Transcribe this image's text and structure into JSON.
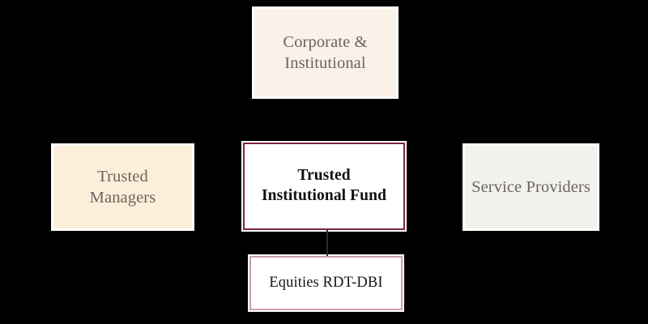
{
  "diagram": {
    "type": "org-structure",
    "background_color": "#000000",
    "nodes": [
      {
        "id": "corporate-institutional",
        "label": "Corporate &\nInstitutional",
        "position": "top",
        "fill_color": "#faf1e8",
        "text_color": "#6b645e",
        "border_color": "#ffffff",
        "emphasis": "normal"
      },
      {
        "id": "trusted-managers",
        "label": "Trusted\nManagers",
        "position": "left",
        "fill_color": "#fcefd9",
        "text_color": "#6b645e",
        "border_color": "#ffffff",
        "emphasis": "normal"
      },
      {
        "id": "trusted-institutional-fund",
        "label": "Trusted\nInstitutional Fund",
        "position": "center",
        "fill_color": "#ffffff",
        "text_color": "#111111",
        "border_color": "#7d2437",
        "emphasis": "bold"
      },
      {
        "id": "service-providers",
        "label": "Service Providers",
        "position": "right",
        "fill_color": "#f2f2ec",
        "text_color": "#6b645e",
        "border_color": "#ffffff",
        "emphasis": "normal"
      },
      {
        "id": "equities-rdt-dbi",
        "label": "Equities RDT-DBI",
        "position": "bottom",
        "fill_color": "#ffffff",
        "text_color": "#171717",
        "border_color": "#c9a0a8",
        "emphasis": "normal"
      }
    ],
    "connectors": [
      {
        "id": "fund-to-equities",
        "from": "trusted-institutional-fund",
        "to": "equities-rdt-dbi",
        "color": "#2b2b2b",
        "style": "straight-vertical"
      }
    ]
  }
}
